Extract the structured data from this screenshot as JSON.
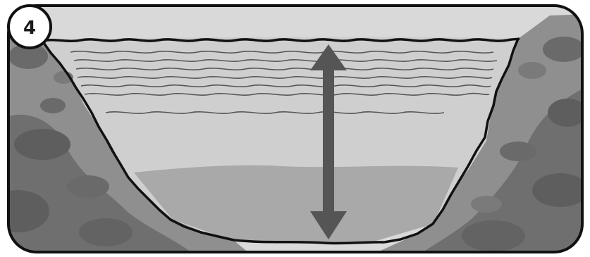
{
  "panel": {
    "step_number": "4"
  },
  "colors": {
    "sky": "#d9d9d9",
    "water_light": "#cfcfcf",
    "water_deep": "#a9a9a9",
    "rock_light": "#8f8f8f",
    "rock_mid": "#7a7a7a",
    "rock_dark": "#5e5e5e",
    "outline": "#111111",
    "arrow": "#555555",
    "ripple": "#555555"
  },
  "icons": {
    "depth_arrow": "double-headed-vertical-arrow",
    "water_ripples": "wavy-lines"
  }
}
